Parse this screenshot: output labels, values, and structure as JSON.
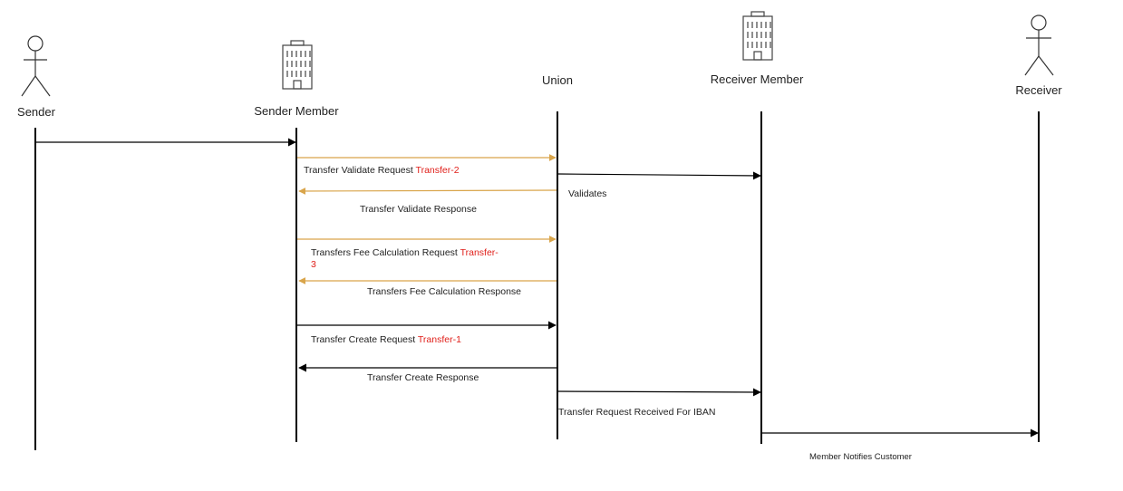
{
  "colors": {
    "line": "#000000",
    "async_arrow": "#d9a54b",
    "highlight": "#e0201b",
    "text": "#222222"
  },
  "participants": [
    {
      "id": "sender",
      "label": "Sender",
      "icon": "person-icon"
    },
    {
      "id": "sender_member",
      "label": "Sender Member",
      "icon": "building-icon"
    },
    {
      "id": "union",
      "label": "Union",
      "icon": ""
    },
    {
      "id": "receiver_member",
      "label": "Receiver Member",
      "icon": "building-icon"
    },
    {
      "id": "receiver",
      "label": "Receiver",
      "icon": "person-icon"
    }
  ],
  "messages": [
    {
      "id": "m0",
      "from": "sender",
      "to": "sender_member",
      "style": "black",
      "label": "",
      "highlight": ""
    },
    {
      "id": "m1",
      "from": "sender_member",
      "to": "union",
      "style": "orange",
      "label": "Transfer Validate Request",
      "highlight": "Transfer-2"
    },
    {
      "id": "m2",
      "from": "union",
      "to": "receiver_member",
      "style": "black",
      "label": "Validates",
      "highlight": ""
    },
    {
      "id": "m3",
      "from": "union",
      "to": "sender_member",
      "style": "orange",
      "label": "Transfer Validate Response",
      "highlight": ""
    },
    {
      "id": "m4",
      "from": "sender_member",
      "to": "union",
      "style": "orange",
      "label": "Transfers Fee Calculation Request",
      "highlight_line1": "Transfer-",
      "highlight_line2": "3"
    },
    {
      "id": "m5",
      "from": "union",
      "to": "sender_member",
      "style": "orange",
      "label": "Transfers Fee Calculation Response",
      "highlight": ""
    },
    {
      "id": "m6",
      "from": "sender_member",
      "to": "union",
      "style": "black",
      "label": "Transfer Create Request",
      "highlight": "Transfer-1"
    },
    {
      "id": "m7",
      "from": "union",
      "to": "sender_member",
      "style": "black",
      "label": "Transfer Create Response",
      "highlight": ""
    },
    {
      "id": "m8",
      "from": "union",
      "to": "receiver_member",
      "style": "black",
      "label": "Transfer Request Received For IBAN",
      "highlight": ""
    },
    {
      "id": "m9",
      "from": "receiver_member",
      "to": "receiver",
      "style": "black",
      "label": "Member Notifies Customer",
      "highlight": ""
    }
  ]
}
